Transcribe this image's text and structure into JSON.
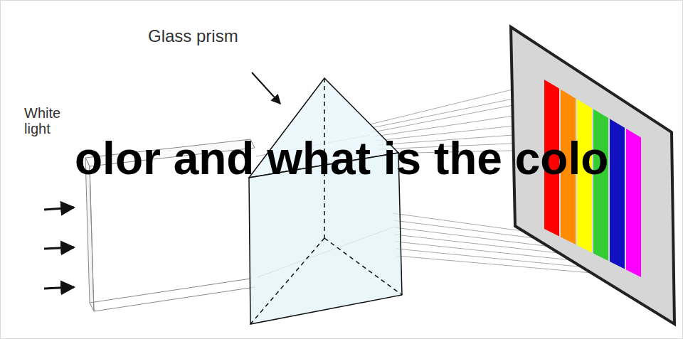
{
  "diagram": {
    "labels": [
      "Glass prism",
      "White light",
      "olor and what is the colo"
    ]
  }
}
